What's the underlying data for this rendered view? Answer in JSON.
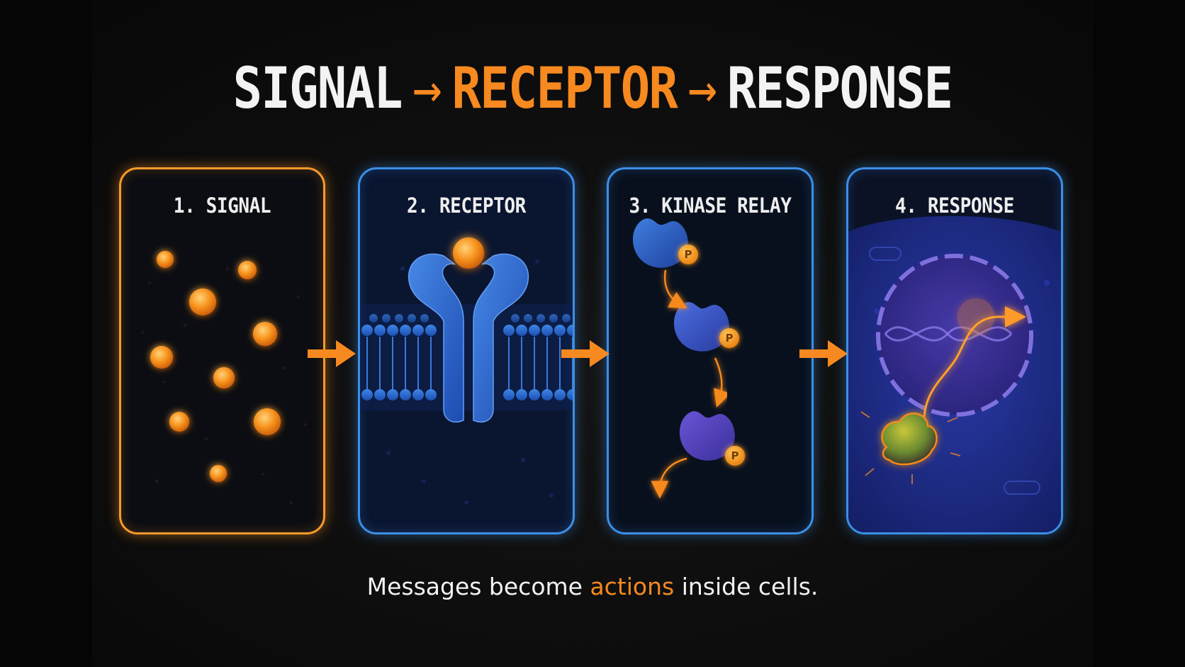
{
  "title": {
    "part1": "SIGNAL",
    "arrow1": "→",
    "part2": "RECEPTOR",
    "arrow2": "→",
    "part3": "RESPONSE"
  },
  "panels": [
    {
      "label": "1. SIGNAL"
    },
    {
      "label": "2. RECEPTOR"
    },
    {
      "label": "3. KINASE RELAY"
    },
    {
      "label": "4. RESPONSE"
    }
  ],
  "kinase_marks": [
    "P",
    "P",
    "P"
  ],
  "caption": {
    "before": "Messages become ",
    "accent": "actions",
    "after": " inside cells."
  },
  "colors": {
    "accent": "#f6891f",
    "panel_blue": "#3b8fe6",
    "background": "#0b0b0b",
    "text": "#f2f2f2"
  }
}
